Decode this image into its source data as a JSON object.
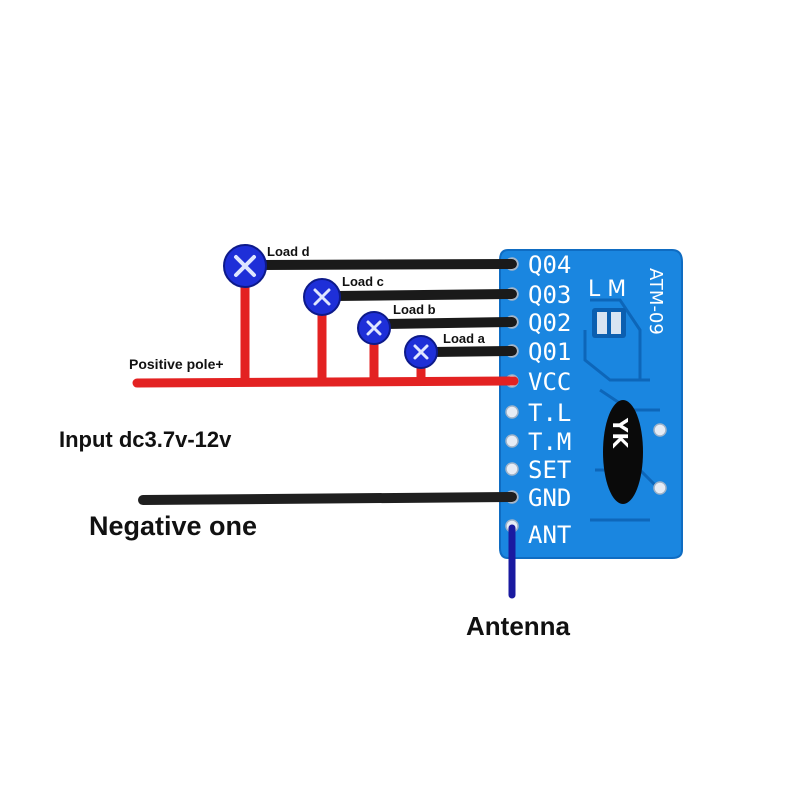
{
  "labels": {
    "load_d": "Load d",
    "load_c": "Load c",
    "load_b": "Load b",
    "load_a": "Load a",
    "positive_pole": "Positive pole+",
    "input": "Input dc3.7v-12v",
    "negative": "Negative one",
    "antenna": "Antenna"
  },
  "module": {
    "model": "ATM-09",
    "lm": "L M",
    "logo": "YK",
    "pins": [
      "Q04",
      "Q03",
      "Q02",
      "Q01",
      "VCC",
      "T.L",
      "T.M",
      "SET",
      "GND",
      "ANT"
    ]
  },
  "colors": {
    "pcb": "#1a86e0",
    "pcb_dark": "#0b5fb0",
    "positive_wire": "#e32222",
    "load_wire": "#1a1a1a",
    "negative_wire": "#1f1f1f",
    "antenna_wire": "#1a1aa0",
    "load_terminal": "#1e2fd8"
  }
}
